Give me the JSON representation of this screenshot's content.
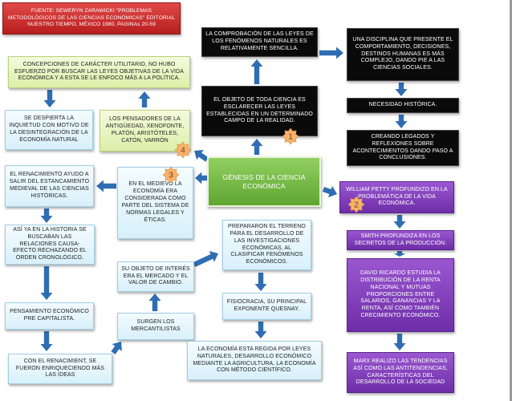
{
  "colors": {
    "arrow": "#2f6db3",
    "star": "#f5b26b"
  },
  "boxes": {
    "fuente": "FUENTE: SEWERYN ZARAWICKI \"PROBLEMAS METODOLÓGICOS DE LAS CIENCIAS ECONÓMICAS\" EDITORIAL NUESTRO TIEMPO, MÉXICO 1980, PAGINAs 20-59",
    "concepciones": "CONCEPCIONES DE CARÁCTER UTILITARIO, NO HUBO ESFUERZO POR BUSCAR LAS LEYES OBJETIVAS DE LA VIDA ECONÓMICA Y A ESTA SE LE ENFOCO MÁS A LA POLÍTICA.",
    "inquietud": "SE DESPIERTA LA INQUIETUD CON MOTIVO DE LA DESINTEGRACIÓN DE LA ECONOMÍA NATURAL",
    "pensadores": "LOS PENSADORES DE LA ANTIGÜEDAD, XENOFONTE, PLATÓN, ARISTÓTELES, CATÓN, VARRÓN",
    "renacimiento": "EL RENACIMIENTO AYUDO A SALIR DEL ESTANCAMIENTO MEDIEVAL DE LAS CIENCIAS HISTÓRICAS.",
    "medievo": "EN EL MEDIEVO LA ECONOMÍA ERA CONSIDERADA COMO PARTE DEL SISTEMA DE NORMAS LEGALES Y ÉTICAS.",
    "historia": "ASÍ YA EN LA HISTORIA SE BUSCABAN LAS RELACIONES CAUSA-EFECTO RECHAZANDO EL ORDEN CRONOLÓGICO.",
    "pensamiento": "PENSAMIENTO ECONÓMICO PRE CAPITALISTA.",
    "renacimiento2": "CON EL RENACIMIENT, SE FUERON ENRIQUECIENDO MÁS LAS IDEAS",
    "objeto_interes": "SU OBJETO DE INTERÉS ERA EL MERCADO Y EL VALOR DE CAMBIO.",
    "mercantilistas": "SURGEN LOS MERCANTILISTAS",
    "prepararon": "PREPARARON EL TERRENO PARA EL DESARROLLO DE LAS INVESTIGACIONES ECONÓMICAS, AL CLASIFICAR FENÓMENOS ECONÓMICOS.",
    "fisiocracia": "FISIOCRACIA, SU PRINCIPAL EXPONENTE QUESNAY.",
    "regida": "LA ECONOMÍA ESTA REGIDA POR LEYES NATURALES, DESARROLLO ECONÓMICO MEDIANTE LA AGRICULTURA, LA ECONOMÍA CON MÉTODO CIENTÍFICO.",
    "genesis": "GÉNESIS DE LA CIENCIA ECONÓMICA",
    "comprobacion": "LA COMPROBACIÓN DE LAS LEYES DE LOS FENÓMENOS NATURALES ES RELATIVAMENTE SENCILLA.",
    "objeto_ciencia": "EL OBJETO DE TODA CIENCIA ES ESCLARECER LAS LEYES ESTABLECIDAS EN UN DETERMINADO CAMPO DE LA REALIDAD.",
    "disciplina": "UNA DISCIPLINA QUE PRESENTE EL COMPORTAMIENTO, DECISIONES, DESTINOS HUMANAS ES MÁS COMPLEJO, DANDO PIE A LAS CIENCIAS SOCIALES.",
    "necesidad": "NECESIDAD HISTÓRICA.",
    "legados": "CREANDO LEGADOS Y REFLEXIONES SOBRE ACONTECIMIENTOS DANDO PASO A CONCLUSIONES.",
    "petty": "WILLIAM PETTY PROFUNDIZO EN LA PROBLEMÁTICA DE LA VIDA ECONÓMICA.",
    "smith": "SMITH PROFUNDIZA EN LOS SECRETOS DE LA PRODUCCIÓN.",
    "ricardo": "DAVID RICARDO ESTUDIA LA DISTRIBUCIÓN DE LA RENTA NACIONAL Y MUTUAS PROPORCIONES ENTRE SALARIOS, GANANCIAS Y LA RENTA, ASÍ COMO TAMBIÉN CRECIMIENTO ECONÓMICO.",
    "marx": "MARX REALIZO LAS TENDENCIAS ASÍ COMO LAS ANTITENDENCIAS, CARACTERÍSTICAS DEL DESARROLLO DE LA SOCIEDAD"
  },
  "badges": [
    "1",
    "2",
    "3",
    "4"
  ]
}
